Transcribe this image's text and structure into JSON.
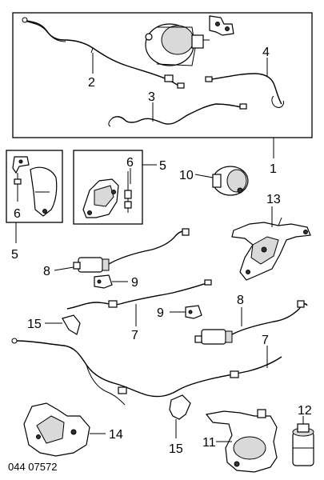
{
  "diagram": {
    "callouts": {
      "c1": "1",
      "c2": "2",
      "c3": "3",
      "c4": "4",
      "c5_left": "5",
      "c5_right": "5",
      "c6_left": "6",
      "c6_right": "6",
      "c7_upper": "7",
      "c7_lower": "7",
      "c8_upper": "8",
      "c8_lower": "8",
      "c9_upper": "9",
      "c9_lower": "9",
      "c10": "10",
      "c11": "11",
      "c12": "12",
      "c13": "13",
      "c14": "14",
      "c15_left": "15",
      "c15_bottom": "15"
    },
    "footer_code": "044  07572"
  }
}
